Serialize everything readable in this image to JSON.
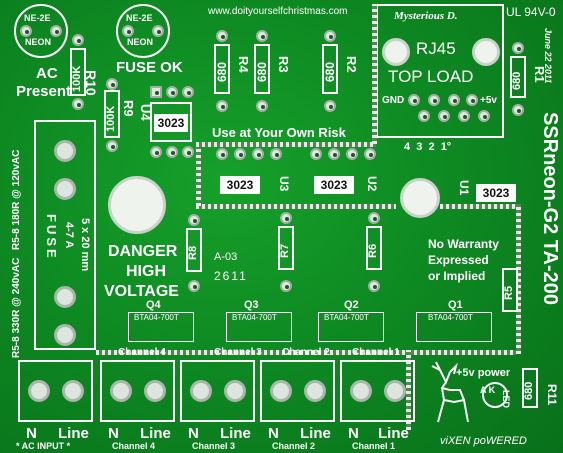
{
  "neon_labels": [
    "NE-2E",
    "NEON",
    "NE-2E",
    "NEON"
  ],
  "website": "www.doityourselfchristmas.com",
  "brand": "Mysterious D.",
  "ul_rating": "UL 94V-0",
  "date": "June 22 2011",
  "ac_present": [
    "AC",
    "Present"
  ],
  "fuse_ok": "FUSE OK",
  "res_values": {
    "r10": "100K",
    "r9": "100K",
    "r4": "680",
    "r3": "680",
    "r2": "680",
    "r1": "680",
    "r11": "680"
  },
  "res_labels": {
    "r10": "R10",
    "r9": "R9",
    "r4": "R4",
    "r3": "R3",
    "r2": "R2",
    "r1": "R1",
    "r8": "R8",
    "r7": "R7",
    "r6": "R6",
    "r5": "R5",
    "r11": "R11"
  },
  "u_labels": {
    "u4": "U4",
    "u3": "U3",
    "u2": "U2",
    "u1": "U1"
  },
  "chip_text": "3023",
  "rj45": "RJ45",
  "top_load": "TOP LOAD",
  "gnd": "GND",
  "plus5v": "+5v",
  "pin_numbers": "4  3  2  1°",
  "risk": "Use at Your Own Risk",
  "product": "SSRneon-G2 TA-200",
  "no_warranty": [
    "No Warranty",
    "Expressed",
    "or Implied"
  ],
  "danger": [
    "DANGER",
    "HIGH",
    "VOLTAGE"
  ],
  "fuse_block": [
    "FUSE",
    "4-7 A",
    "5 x 20 mm"
  ],
  "fuse_side": [
    "R5-8 180R @ 120vAC",
    "R5-8 330R @ 240vAC"
  ],
  "logo_code": [
    "A-03",
    "2611"
  ],
  "triacs": [
    "Q4",
    "Q3",
    "Q2",
    "Q1"
  ],
  "triac_part": "BTA04-700T",
  "channels": [
    "Channel 4",
    "Channel 3",
    "Channel 2",
    "Channel 1"
  ],
  "terminal_labels": [
    "N",
    "Line",
    "N",
    "Line",
    "N",
    "Line",
    "N",
    "Line",
    "N",
    "Line"
  ],
  "bottom_labels": [
    "* AC INPUT *",
    "Channel 4",
    "Channel 3",
    "Channel 2",
    "Channel 1"
  ],
  "power": "+5v power",
  "led": "LED",
  "ka": "A K",
  "vixen": "viXEN poWERED"
}
